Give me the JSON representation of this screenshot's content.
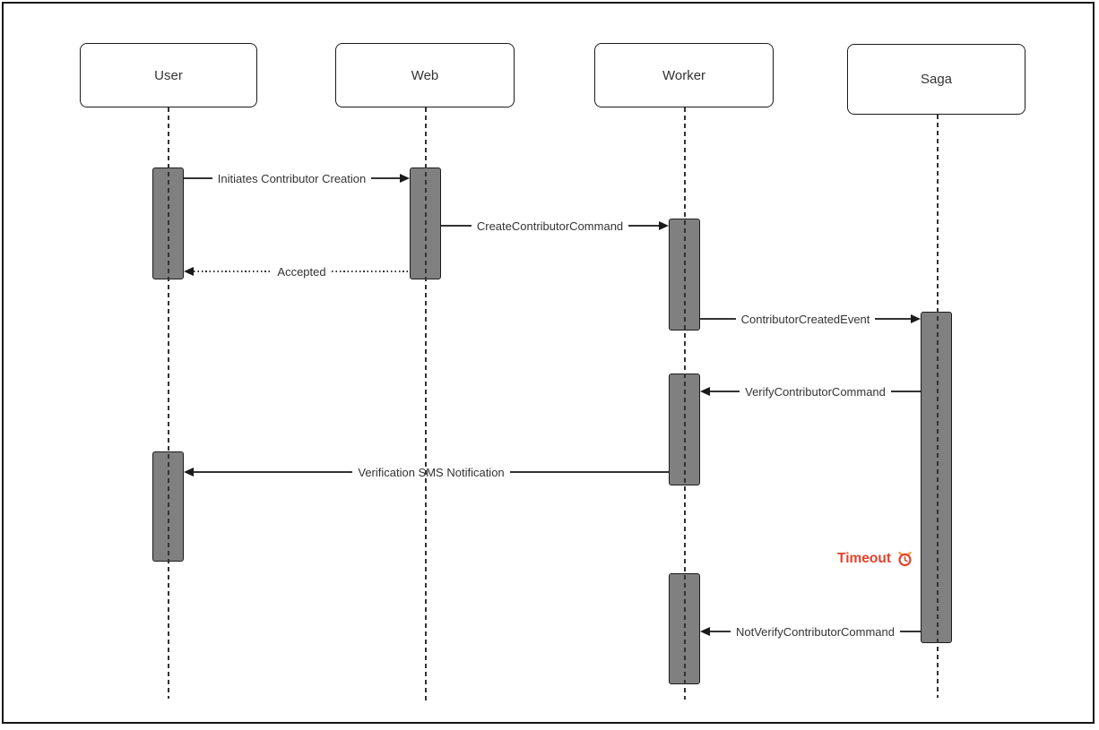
{
  "diagram": {
    "type": "sequence-diagram",
    "actors": [
      {
        "id": "user",
        "label": "User"
      },
      {
        "id": "web",
        "label": "Web"
      },
      {
        "id": "worker",
        "label": "Worker"
      },
      {
        "id": "saga",
        "label": "Saga"
      }
    ],
    "messages": [
      {
        "label": "Initiates Contributor Creation",
        "from": "User",
        "to": "Web",
        "line": "solid",
        "direction": "right"
      },
      {
        "label": "CreateContributorCommand",
        "from": "Web",
        "to": "Worker",
        "line": "solid",
        "direction": "right"
      },
      {
        "label": "Accepted",
        "from": "Web",
        "to": "User",
        "line": "dotted",
        "direction": "left"
      },
      {
        "label": "ContributorCreatedEvent",
        "from": "Worker",
        "to": "Saga",
        "line": "solid",
        "direction": "right"
      },
      {
        "label": "VerifyContributorCommand",
        "from": "Saga",
        "to": "Worker",
        "line": "solid",
        "direction": "left"
      },
      {
        "label": "Verification SMS Notification",
        "from": "Worker",
        "to": "User",
        "line": "solid",
        "direction": "left"
      },
      {
        "label": "NotVerifyContributorCommand",
        "from": "Saga",
        "to": "Worker",
        "line": "solid",
        "direction": "left"
      }
    ],
    "annotations": [
      {
        "label": "Timeout",
        "icon": "alarm-clock",
        "color": "#e2432c"
      }
    ],
    "colors": {
      "activation_fill": "#808080",
      "activation_border": "#1c1c1c",
      "actor_fill": "#ffffff",
      "actor_border": "#1a1a1a",
      "line": "#333333",
      "text": "#333333",
      "timeout_text": "#e2432c",
      "frame_border": "#161616"
    }
  }
}
